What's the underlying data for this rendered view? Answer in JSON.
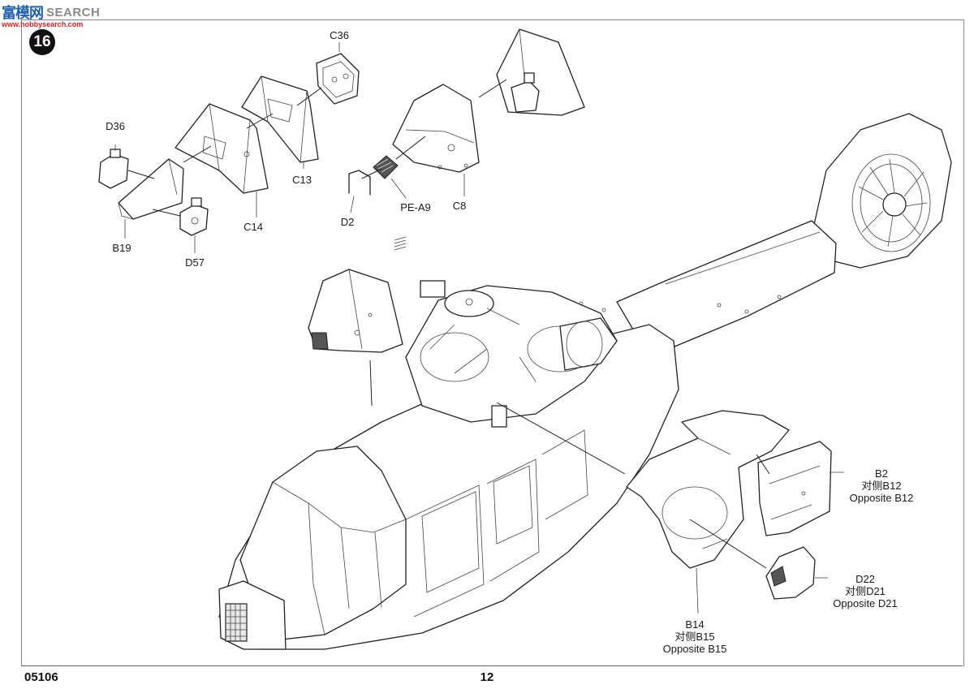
{
  "watermark": {
    "brand_cn": "富模网",
    "brand_en": "SEARCH",
    "url": "www.hobbysearch.com"
  },
  "step": {
    "number": "16"
  },
  "footer": {
    "product_code": "05106",
    "page_number": "12"
  },
  "parts": {
    "c36": "C36",
    "d36": "D36",
    "c13": "C13",
    "c14": "C14",
    "b19": "B19",
    "d57": "D57",
    "d2": "D2",
    "pe_a9": "PE-A9",
    "c8": "C8",
    "b2": {
      "line1": "B2",
      "line2": "对侧B12",
      "line3": "Opposite B12"
    },
    "d22": {
      "line1": "D22",
      "line2": "对侧D21",
      "line3": "Opposite D21"
    },
    "b14": {
      "line1": "B14",
      "line2": "对侧B15",
      "line3": "Opposite B15"
    }
  }
}
